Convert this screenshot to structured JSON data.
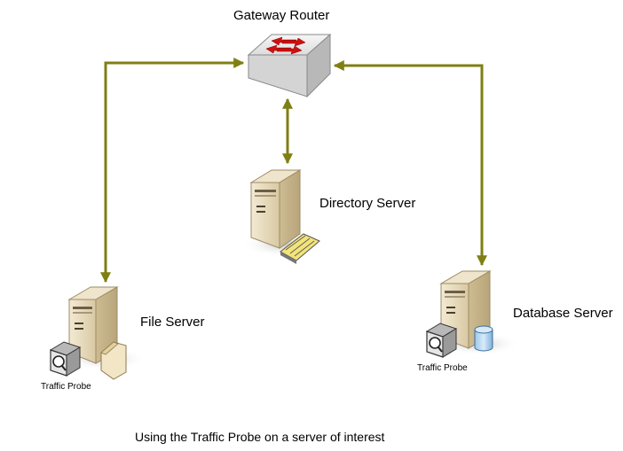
{
  "nodes": {
    "router": {
      "label": "Gateway Router"
    },
    "directory": {
      "label": "Directory Server"
    },
    "file": {
      "label": "File Server",
      "probe_label": "Traffic Probe"
    },
    "database": {
      "label": "Database Server",
      "probe_label": "Traffic Probe"
    }
  },
  "caption": "Using the Traffic Probe on a server of interest",
  "colors": {
    "link": "#7f7f13",
    "server_body": "#e8dcc0",
    "router_body": "#e0e0e0",
    "arrow_red": "#d01010"
  },
  "connections": [
    {
      "from": "Gateway Router",
      "to": "File Server"
    },
    {
      "from": "Gateway Router",
      "to": "Directory Server"
    },
    {
      "from": "Gateway Router",
      "to": "Database Server"
    }
  ]
}
